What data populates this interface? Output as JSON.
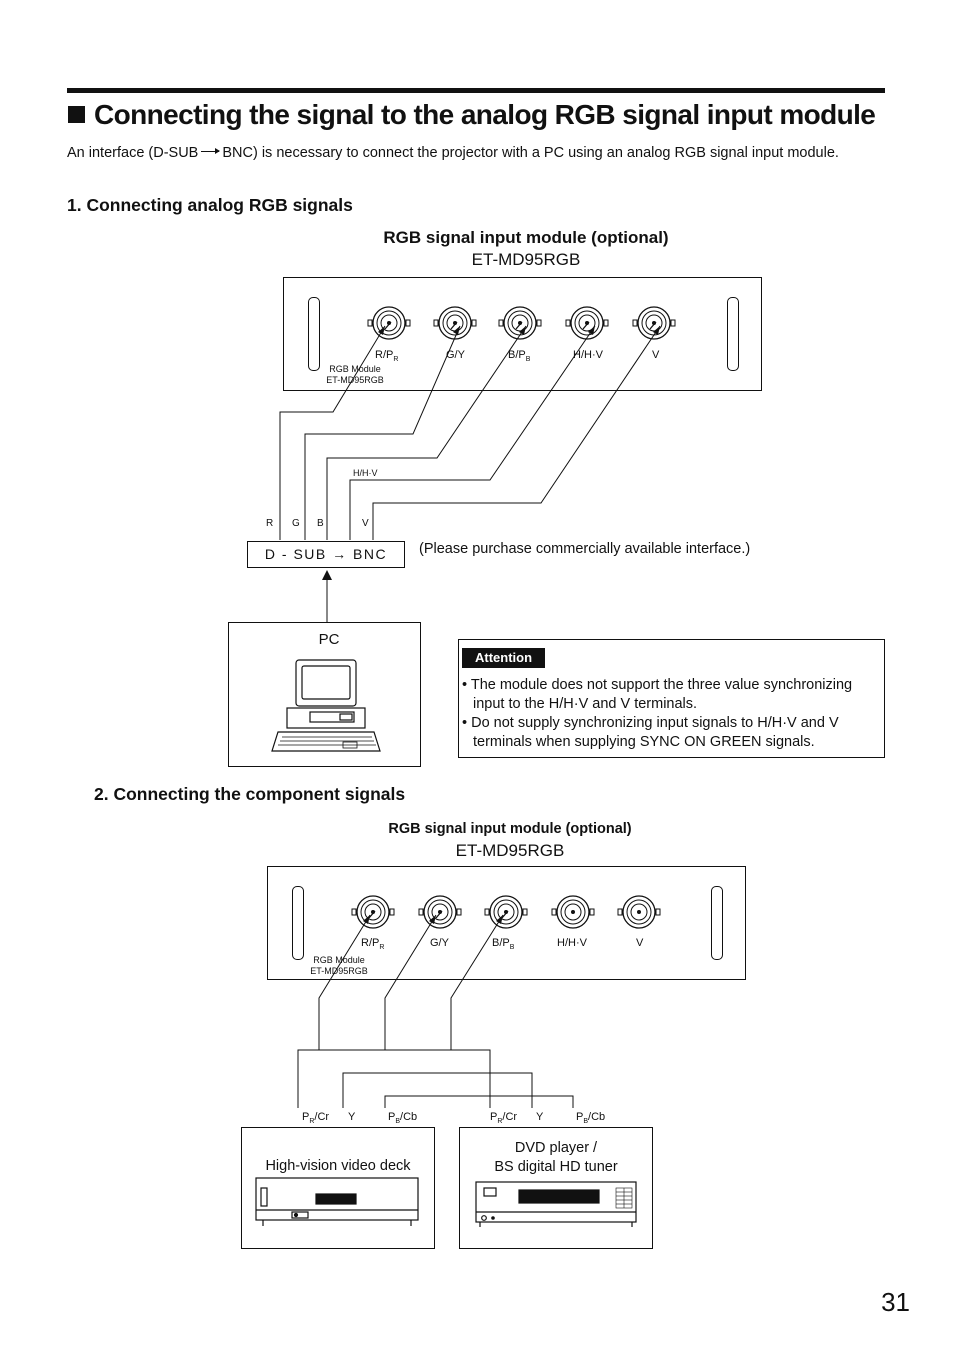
{
  "page": {
    "title": "Connecting the signal to the analog RGB signal input module",
    "intro": "An interface (D-SUB → BNC) is necessary to connect the projector with a PC using an analog RGB signal input module.",
    "intro_a": "An interface (D-SUB",
    "intro_b": "BNC) is necessary to connect the projector with a PC using an analog RGB signal input module.",
    "page_number": "31"
  },
  "section1": {
    "heading": "1. Connecting analog RGB signals",
    "module_caption": "RGB signal input module (optional)",
    "module_model": "ET-MD95RGB",
    "terminals": [
      {
        "main": "R/P",
        "sub": "R"
      },
      {
        "main": "G/Y",
        "sub": ""
      },
      {
        "main": "B/P",
        "sub": "B"
      },
      {
        "main": "H/H·V",
        "sub": ""
      },
      {
        "main": "V",
        "sub": ""
      }
    ],
    "module_label_line1": "RGB Module",
    "module_label_line2": "ET-MD95RGB",
    "cable_labels": {
      "r": "R",
      "g": "G",
      "b": "B",
      "hv": "H/H·V",
      "v": "V"
    },
    "interface_label": "D - SUB → BNC",
    "interface_note": "(Please purchase commercially available interface.)",
    "pc_label": "PC",
    "attention": {
      "tag": "Attention",
      "items": [
        "• The module does not support the three value synchronizing input to the H/H·V and V terminals.",
        "• Do not supply synchronizing input signals to H/H·V and V terminals when supplying SYNC ON GREEN signals."
      ]
    }
  },
  "section2": {
    "heading": "2. Connecting the component signals",
    "module_caption": "RGB signal input module (optional)",
    "module_model": "ET-MD95RGB",
    "terminals": [
      {
        "main": "R/P",
        "sub": "R"
      },
      {
        "main": "G/Y",
        "sub": ""
      },
      {
        "main": "B/P",
        "sub": "B"
      },
      {
        "main": "H/H·V",
        "sub": ""
      },
      {
        "main": "V",
        "sub": ""
      }
    ],
    "module_label_line1": "RGB Module",
    "module_label_line2": "ET-MD95RGB",
    "deck_cables": [
      {
        "main": "P",
        "sub": "R",
        "tail": "/Cr"
      },
      {
        "main": "Y",
        "sub": "",
        "tail": ""
      },
      {
        "main": "P",
        "sub": "B",
        "tail": "/Cb"
      }
    ],
    "dvd_cables": [
      {
        "main": "P",
        "sub": "R",
        "tail": "/Cr"
      },
      {
        "main": "Y",
        "sub": "",
        "tail": ""
      },
      {
        "main": "P",
        "sub": "B",
        "tail": "/Cb"
      }
    ],
    "deck_label": "High-vision video deck",
    "dvd_label_line1": "DVD player /",
    "dvd_label_line2": "BS digital HD tuner"
  }
}
